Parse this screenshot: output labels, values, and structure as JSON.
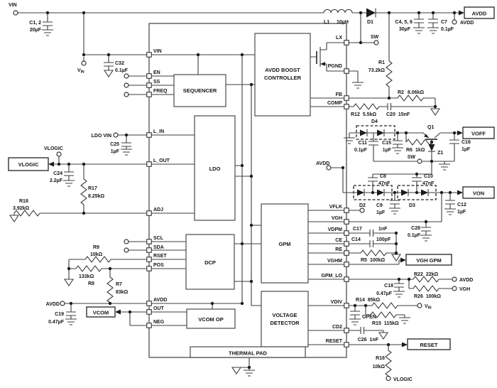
{
  "schematic": {
    "description": "LCD bias power supply reference schematic",
    "ic": {
      "pins_left": [
        "VIN",
        "EN",
        "SS",
        "FREQ",
        "L_IN",
        "L_OUT",
        "ADJ",
        "SCL",
        "SDA",
        "RSET",
        "POS",
        "AVDD",
        "OUT",
        "NEG"
      ],
      "pins_right": [
        "LX",
        "PGND",
        "FB",
        "COMP",
        "VFLK",
        "VGH",
        "VDPM",
        "CE",
        "RE",
        "VGHM",
        "GPM_LO",
        "VDIV",
        "CD2",
        "RESET"
      ],
      "blocks": {
        "sequencer": "SEQUENCER",
        "boost_line1": "AVDD BOOST",
        "boost_line2": "CONTROLLER",
        "ldo": "LDO",
        "dcp": "DCP",
        "vcom_op": "VCOM OP",
        "gpm": "GPM",
        "vdet_line1": "VOLTAGE",
        "vdet_line2": "DETECTOR",
        "thermal_pad": "THERMAL PAD"
      }
    },
    "net_boxes": {
      "avdd": "AVDD",
      "voff": "VOFF",
      "von": "VON",
      "vgh_gpm": "VGH GPM",
      "reset": "RESET",
      "vlogic": "VLOGIC",
      "vcom": "VCOM"
    },
    "terminals": {
      "vin": "VIN",
      "v_base": "V",
      "v_sub": "IN",
      "avdd": "AVDD",
      "vgh": "VGH",
      "sw": "SW",
      "ldo_vin": "LDO VIN",
      "vlogic": "VLOGIC"
    },
    "parts": {
      "c1_2": {
        "r": "C1, 2",
        "v": "20µF"
      },
      "c32": {
        "r": "C32",
        "v": "0.1µF"
      },
      "l1": {
        "r": "L1",
        "v": "10µH"
      },
      "d1": {
        "r": "D1"
      },
      "c4_5_6": {
        "r": "C4, 5, 6",
        "v": "30µF"
      },
      "c7": {
        "r": "C7",
        "v": "0.1µF"
      },
      "r1": {
        "r": "R1",
        "v": "73.2kΩ"
      },
      "r2": {
        "r": "R2",
        "v": "8.06kΩ"
      },
      "r12": {
        "r": "R12",
        "v": "5.5kΩ"
      },
      "c20": {
        "r": "C20",
        "v": "15nF"
      },
      "d4": {
        "r": "D4"
      },
      "c11": {
        "r": "C11",
        "v": "0.1µF"
      },
      "c15": {
        "r": "C15",
        "v": "1µF"
      },
      "r6": {
        "r": "R6",
        "v": "1kΩ"
      },
      "q1": {
        "r": "Q1"
      },
      "z1": {
        "r": "Z1"
      },
      "c16": {
        "r": "C16",
        "v": "1µF"
      },
      "c8": {
        "r": "C8",
        "v": "47nF"
      },
      "c10": {
        "r": "C10",
        "v": "47nF"
      },
      "d2": {
        "r": "D2"
      },
      "c9": {
        "r": "C9",
        "v": "1µF"
      },
      "d3": {
        "r": "D3"
      },
      "c12": {
        "r": "C12",
        "v": "1µF"
      },
      "c28": {
        "r": "C28",
        "v": "0.1µF"
      },
      "c17": {
        "r": "C17",
        "v": "1nF"
      },
      "c14": {
        "r": "C14",
        "v": "100pF"
      },
      "r5": {
        "r": "R5",
        "v": "100kΩ"
      },
      "r22": {
        "r": "R22",
        "v": "22kΩ"
      },
      "r26": {
        "r": "R26",
        "v": "100kΩ"
      },
      "c18": {
        "r": "C18",
        "v": "0.47µF"
      },
      "r14": {
        "r": "R14",
        "v": "85kΩ"
      },
      "open_cap": {
        "r": "OPEN"
      },
      "r15": {
        "r": "R15",
        "v": "115kΩ"
      },
      "c26": {
        "r": "C26",
        "v": "1nF"
      },
      "r16": {
        "r": "R16",
        "v": "10kΩ"
      },
      "c25": {
        "r": "C25",
        "v": "1µF"
      },
      "c24": {
        "r": "C24",
        "v": "2.2µF"
      },
      "r17": {
        "r": "R17",
        "v": "8.25kΩ"
      },
      "r18": {
        "r": "R18",
        "v": "3.92kΩ"
      },
      "r9": {
        "r": "R9",
        "v": "10kΩ"
      },
      "r8": {
        "r": "R8",
        "v": "133kΩ"
      },
      "r7": {
        "r": "R7",
        "v": "83kΩ"
      },
      "c19": {
        "r": "C19",
        "v": "0.47µF"
      }
    }
  }
}
